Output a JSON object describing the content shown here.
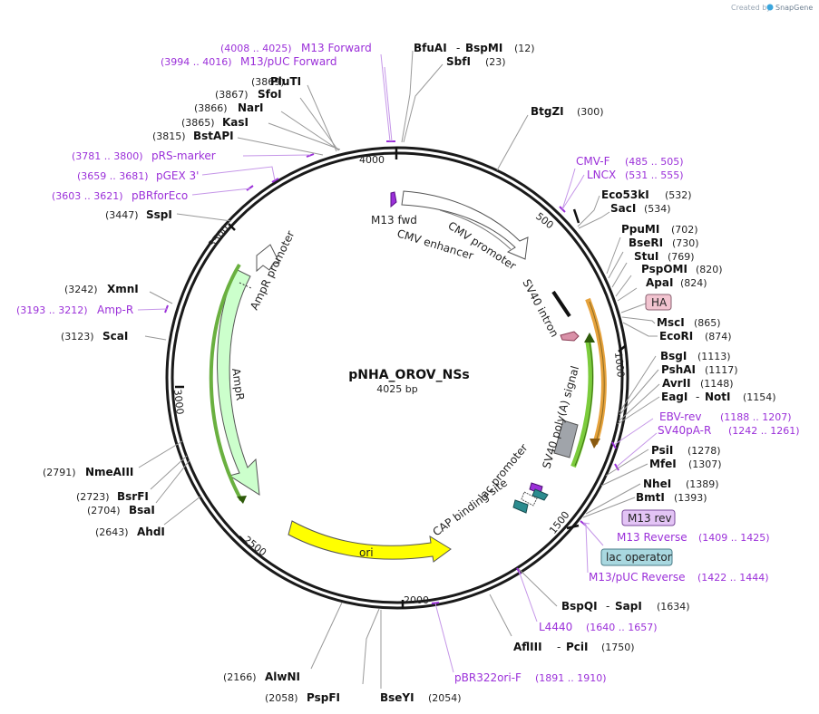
{
  "app": {
    "credit_prefix": "Created by",
    "credit_brand": "SnapGene"
  },
  "plasmid": {
    "name": "pNHA_OROV_NSs",
    "size_label": "4025 bp",
    "length": 4025
  },
  "ticks": [
    "500",
    "1000",
    "1500",
    "2000",
    "2500",
    "3000",
    "3500",
    "4000"
  ],
  "enzymes_right": [
    {
      "name": "BfuAI",
      "name2": "BspMI",
      "pos": "(12)"
    },
    {
      "name": "SbfI",
      "pos": "(23)"
    },
    {
      "name": "BtgZI",
      "pos": "(300)"
    },
    {
      "name": "Eco53kI",
      "pos": "(532)"
    },
    {
      "name": "SacI",
      "pos": "(534)"
    },
    {
      "name": "PpuMI",
      "pos": "(702)"
    },
    {
      "name": "BseRI",
      "pos": "(730)"
    },
    {
      "name": "StuI",
      "pos": "(769)"
    },
    {
      "name": "PspOMI",
      "pos": "(820)"
    },
    {
      "name": "ApaI",
      "pos": "(824)"
    },
    {
      "name": "MscI",
      "pos": "(865)"
    },
    {
      "name": "EcoRI",
      "pos": "(874)"
    },
    {
      "name": "BsgI",
      "pos": "(1113)"
    },
    {
      "name": "PshAI",
      "pos": "(1117)"
    },
    {
      "name": "AvrII",
      "pos": "(1148)"
    },
    {
      "name": "EagI",
      "name2": "NotI",
      "pos": "(1154)"
    },
    {
      "name": "PsiI",
      "pos": "(1278)"
    },
    {
      "name": "MfeI",
      "pos": "(1307)"
    },
    {
      "name": "NheI",
      "pos": "(1389)"
    },
    {
      "name": "BmtI",
      "pos": "(1393)"
    },
    {
      "name": "BspQI",
      "name2": "SapI",
      "pos": "(1634)"
    },
    {
      "name": "AflIII",
      "name2": "PciI",
      "pos": "(1750)"
    },
    {
      "name": "BseYI",
      "pos": "(2054)"
    }
  ],
  "enzymes_left": [
    {
      "name": "PluTI",
      "pos": "(3869)"
    },
    {
      "name": "SfoI",
      "pos": "(3867)"
    },
    {
      "name": "NarI",
      "pos": "(3866)"
    },
    {
      "name": "KasI",
      "pos": "(3865)"
    },
    {
      "name": "BstAPI",
      "pos": "(3815)"
    },
    {
      "name": "SspI",
      "pos": "(3447)"
    },
    {
      "name": "XmnI",
      "pos": "(3242)"
    },
    {
      "name": "ScaI",
      "pos": "(3123)"
    },
    {
      "name": "NmeAIII",
      "pos": "(2791)"
    },
    {
      "name": "BsrFI",
      "pos": "(2723)"
    },
    {
      "name": "BsaI",
      "pos": "(2704)"
    },
    {
      "name": "AhdI",
      "pos": "(2643)"
    },
    {
      "name": "AlwNI",
      "pos": "(2166)"
    },
    {
      "name": "PspFI",
      "pos": "(2058)"
    }
  ],
  "primers": [
    {
      "name": "M13 Forward",
      "range": "(4008 .. 4025)"
    },
    {
      "name": "M13/pUC Forward",
      "range": "(3994 .. 4016)"
    },
    {
      "name": "pRS-marker",
      "range": "(3781 .. 3800)"
    },
    {
      "name": "pGEX 3'",
      "range": "(3659 .. 3681)"
    },
    {
      "name": "pBRforEco",
      "range": "(3603 .. 3621)"
    },
    {
      "name": "Amp-R",
      "range": "(3193 .. 3212)"
    },
    {
      "name": "CMV-F",
      "range": "(485 .. 505)"
    },
    {
      "name": "LNCX",
      "range": "(531 .. 555)"
    },
    {
      "name": "EBV-rev",
      "range": "(1188 .. 1207)"
    },
    {
      "name": "SV40pA-R",
      "range": "(1242 .. 1261)"
    },
    {
      "name": "M13 Reverse",
      "range": "(1409 .. 1425)"
    },
    {
      "name": "M13/pUC Reverse",
      "range": "(1422 .. 1444)"
    },
    {
      "name": "L4440",
      "range": "(1640 .. 1657)"
    },
    {
      "name": "pBR322ori-F",
      "range": "(1891 .. 1910)"
    }
  ],
  "tags": {
    "ha": "HA",
    "m13rev": "M13 rev",
    "lacop": "lac operator"
  },
  "features": {
    "m13fwd": "M13 fwd",
    "cmv_enh": "CMV enhancer",
    "cmv_prom": "CMV promoter",
    "sv40_intron": "SV40 intron",
    "sv40_polya": "SV40 poly(A) signal",
    "lac_prom": "lac promoter",
    "cap_site": "CAP binding site",
    "ori": "ori",
    "ampr": "AmpR",
    "ampr_prom": "AmpR promoter"
  },
  "colors": {
    "primer": "#9b30d9",
    "ampr": "#ccffcc",
    "ori": "#ffff00",
    "ha": "#f2c4d0",
    "m13rev": "#e3c4f5",
    "lacop": "#a9d8e0",
    "polya": "#a0a4aa"
  }
}
